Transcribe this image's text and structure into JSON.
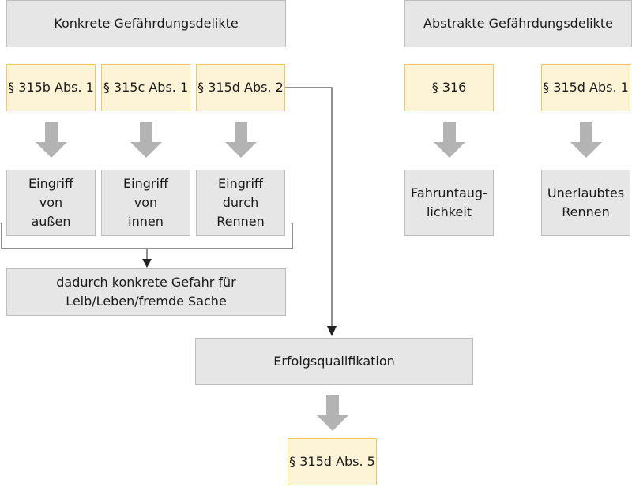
{
  "concrete_header": "Konkrete Gefährdungsdelikte",
  "abstract_header": "Abstrakte Gefährdungsdelikte",
  "concrete_laws": [
    "§ 315b Abs. 1",
    "§ 315c Abs. 1",
    "§ 315d Abs. 2"
  ],
  "concrete_results": [
    "Eingriff\nvon\naußen",
    "Eingriff\nvon\ninnen",
    "Eingriff\ndurch\nRennen"
  ],
  "abstract_laws": [
    "§ 316",
    "§ 315d Abs. 1"
  ],
  "abstract_results": [
    "Fahruntaug-\nlichkeit",
    "Unerlaubtes\nRennen"
  ],
  "danger_box": "dadurch konkrete Gefahr für\nLeib/Leben/fremde Sache",
  "qualification_box": "Erfolgsqualifikation",
  "final_law": "§ 315d Abs. 5",
  "colors": {
    "gray_box": "#e6e6e6",
    "gray_border": "#bdbdbd",
    "law_box": "#fdf3d6",
    "law_border": "#f0c75a",
    "arrow_gray": "#b3b3b3",
    "connector": "#222222"
  }
}
